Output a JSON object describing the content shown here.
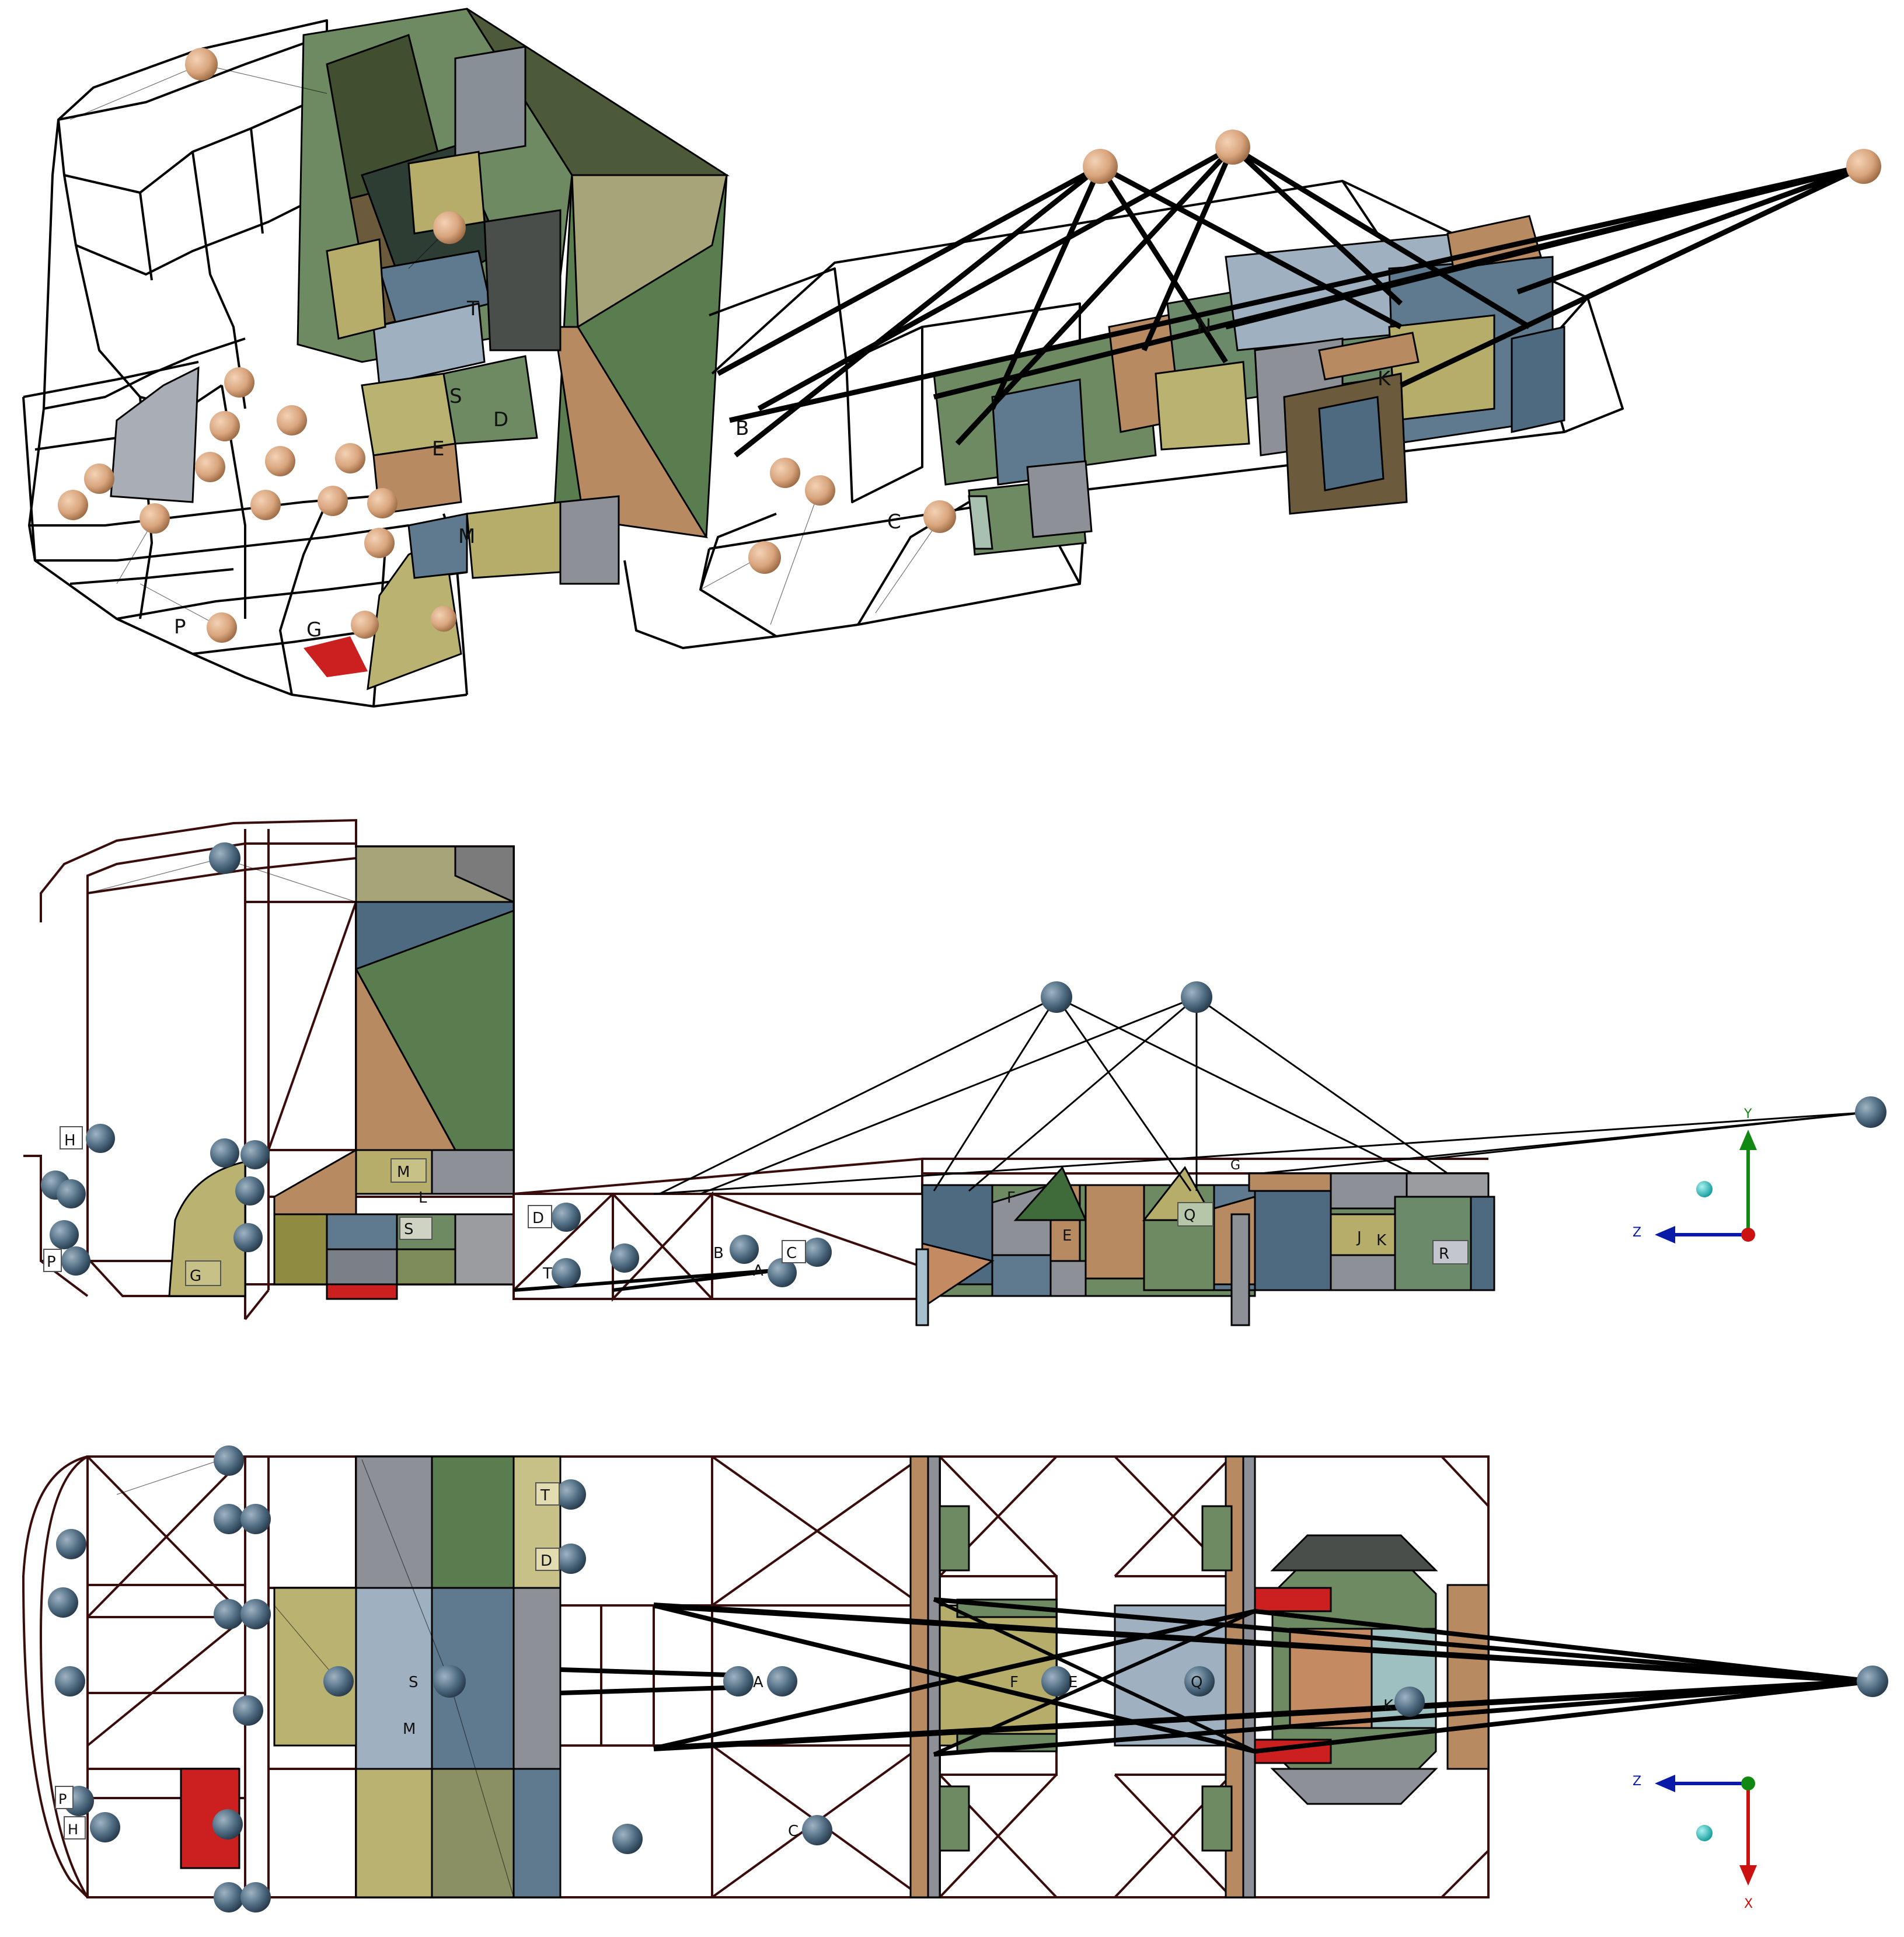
{
  "colors": {
    "sphere_top": "#d9a57e",
    "sphere_views": "#4e6a80",
    "axis_x": "#cc1111",
    "axis_y": "#118811",
    "axis_z": "#0a1aa8",
    "axis_origin_dot": "#1bbcbc",
    "panel_olive": "#5a7a50",
    "panel_brown": "#b88a62",
    "panel_steel": "#5f7a8e",
    "panel_khaki": "#b6ad6a",
    "panel_gray": "#8d9096",
    "panel_red": "#cc1f1f"
  },
  "view_iso": {
    "labels": [
      "T",
      "S",
      "D",
      "E",
      "M",
      "B",
      "G",
      "P",
      "C",
      "N",
      "K"
    ]
  },
  "view_side": {
    "labels": [
      "H",
      "P",
      "G",
      "M",
      "L",
      "S",
      "D",
      "B",
      "A",
      "C",
      "T",
      "F",
      "E",
      "Q",
      "G",
      "J",
      "K",
      "R"
    ],
    "axis": {
      "vertical": "Y",
      "horizontal": "Z"
    }
  },
  "view_top": {
    "labels": [
      "T",
      "D",
      "S",
      "M",
      "A",
      "F",
      "E",
      "Q",
      "K",
      "C",
      "P",
      "H"
    ],
    "axis": {
      "vertical": "X",
      "horizontal": "Z"
    }
  }
}
